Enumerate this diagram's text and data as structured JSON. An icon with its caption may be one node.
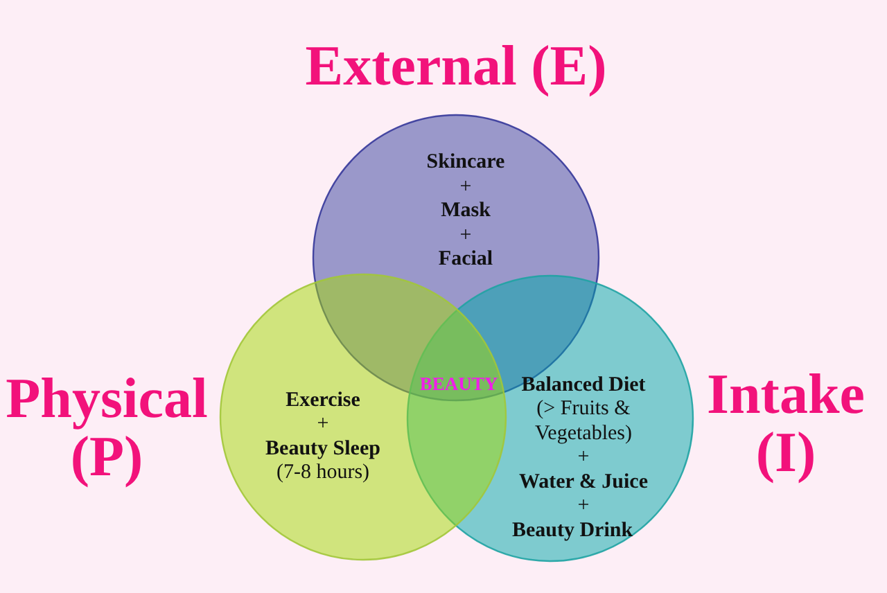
{
  "diagram": {
    "nodes": [
      {
        "text": [
          "External (E)",
          "Skincare",
          "+",
          "Mask",
          "+",
          "Facial"
        ]
      },
      {
        "text": [
          "Physical (P)",
          "Exercise",
          "+",
          "Beauty Sleep",
          "(7-8 hours)"
        ]
      },
      {
        "text": [
          "Intake (I)",
          "Balanced Diet",
          "(> Fruits & Vegetables)",
          "+",
          "Water & Juice",
          "+",
          "Beauty Drink"
        ]
      }
    ],
    "labels": [
      "BEAUTY"
    ]
  }
}
